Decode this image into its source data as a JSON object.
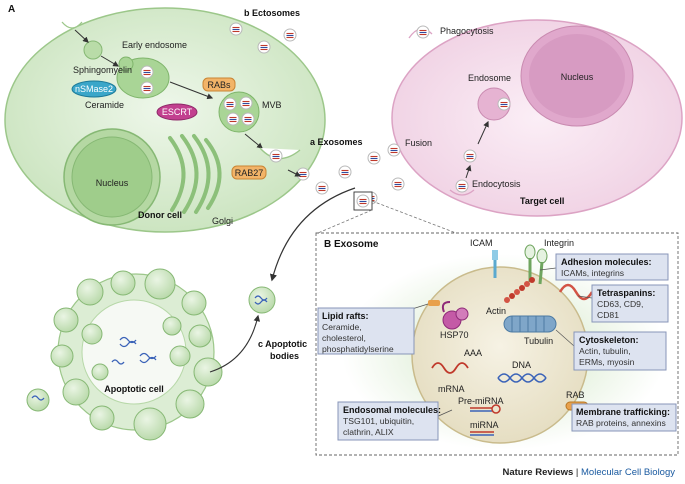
{
  "panels": {
    "a": "A",
    "b_ectosomes": "b Ectosomes",
    "a_exosomes": "a Exosomes",
    "c_apoptotic": "c Apoptotic",
    "c_bodies": "bodies",
    "B_exosome": "B Exosome"
  },
  "donor": {
    "early_endosome": "Early endosome",
    "sphingomyelin": "Sphingomyelin",
    "nsmase2": "nSMase2",
    "ceramide": "Ceramide",
    "escrt": "ESCRT",
    "rabs": "RABs",
    "mvb": "MVB",
    "rab27": "RAB27",
    "nucleus": "Nucleus",
    "golgi": "Golgi",
    "donor_cell": "Donor cell"
  },
  "target": {
    "phagocytosis": "Phagocytosis",
    "endosome": "Endosome",
    "nucleus": "Nucleus",
    "fusion": "Fusion",
    "endocytosis": "Endocytosis",
    "target_cell": "Target cell"
  },
  "apoptotic": {
    "apoptotic_cell": "Apoptotic cell"
  },
  "exosome": {
    "icam": "ICAM",
    "integrin": "Integrin",
    "actin": "Actin",
    "hsp70": "HSP70",
    "tubulin": "Tubulin",
    "aaa": "AAA",
    "dna": "DNA",
    "mrna": "mRNA",
    "pre_mirna": "Pre-miRNA",
    "mirna": "miRNA",
    "rab": "RAB",
    "boxes": {
      "adhesion_title": "Adhesion molecules:",
      "adhesion_text": "ICAMs, integrins",
      "tetraspanins_title": "Tetraspanins:",
      "tetraspanins_l1": "CD63, CD9,",
      "tetraspanins_l2": "CD81",
      "lipid_title": "Lipid rafts:",
      "lipid_l1": "Ceramide,",
      "lipid_l2": "cholesterol,",
      "lipid_l3": "phosphatidylserine",
      "cyto_title": "Cytoskeleton:",
      "cyto_l1": "Actin, tubulin,",
      "cyto_l2": "ERMs, myosin",
      "endo_title": "Endosomal molecules:",
      "endo_l1": "TSG101, ubiquitin,",
      "endo_l2": "clathrin, ALIX",
      "traffic_title": "Membrane trafficking:",
      "traffic_l1": "RAB proteins, annexins"
    }
  },
  "footer": {
    "journal": "Nature Reviews",
    "separator": " | ",
    "section": "Molecular Cell Biology"
  },
  "colors": {
    "donor_fill": "#d7ebcf",
    "target_fill": "#f3dcea",
    "target_nucleus": "#e6b6d4",
    "exosome_fill": "#efe9d6",
    "box_fill": "#dde3f0",
    "brand": "#1a5aa0"
  }
}
